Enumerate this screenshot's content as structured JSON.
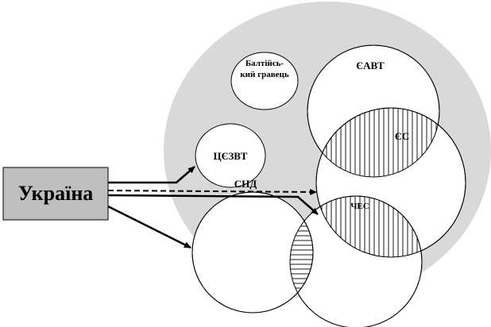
{
  "nodes": {
    "ukraine": "Україна",
    "baltic": [
      "Балтійсь-",
      "кий гравець"
    ],
    "ceftv": "ЦЄЗВТ",
    "sng": "СНД",
    "eavt": "ЄАВТ",
    "es": "ЄС",
    "ches": "ЧЕС"
  },
  "colors": {
    "region_fill": "#d9d9d9",
    "circle_fill": "#ffffff",
    "box_fill": "#bfbfbf",
    "stroke": "#000000"
  }
}
